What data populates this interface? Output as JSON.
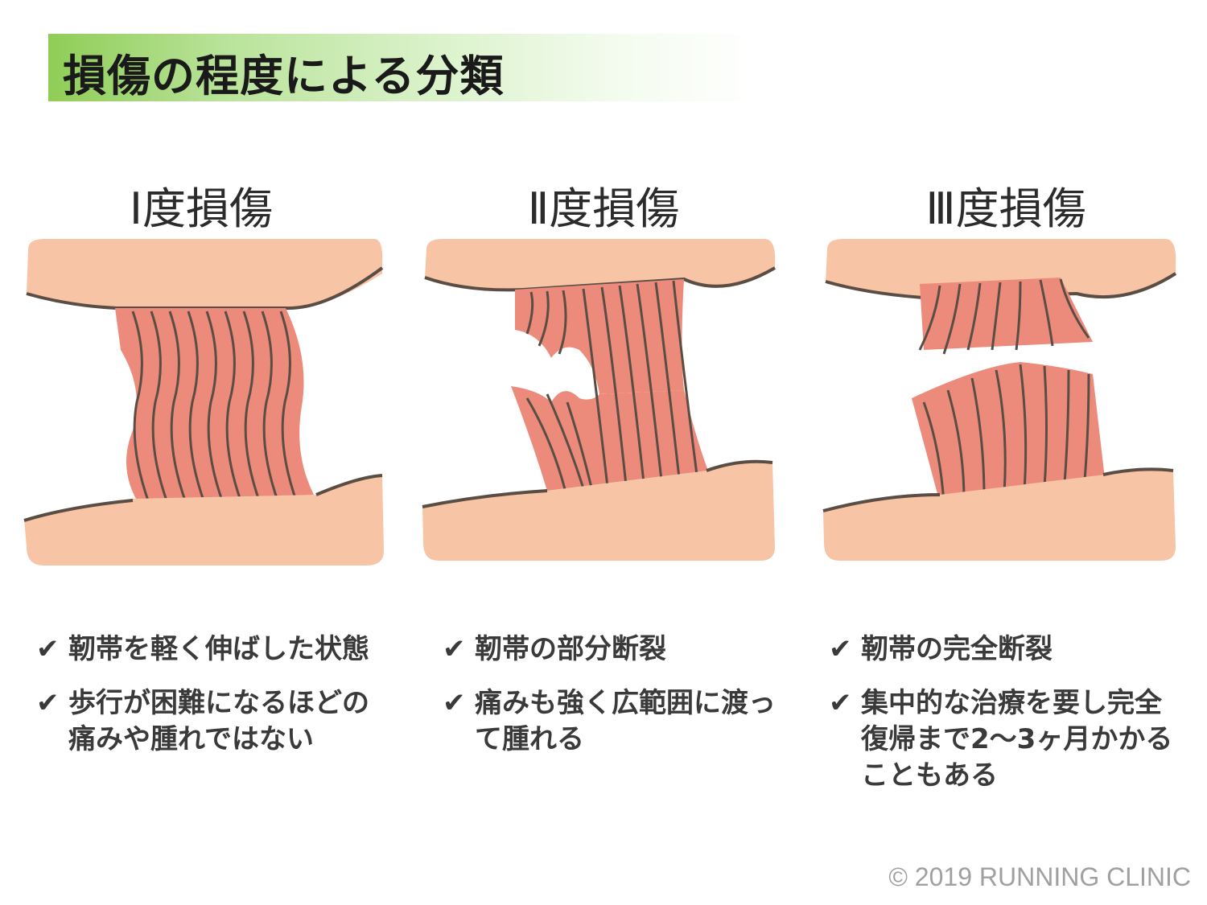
{
  "title": "損傷の程度による分類",
  "colors": {
    "bone": "#f8c4a6",
    "ligament": "#ec8b7b",
    "outline": "#5a4d44",
    "title_gradient_start": "#8fcd56",
    "text": "#3a3a3a"
  },
  "grades": [
    {
      "label": "Ⅰ度損傷",
      "bullets": [
        "靭帯を軽く伸ばした状態",
        "歩行が困難になるほどの\n痛みや腫れではない"
      ]
    },
    {
      "label": "Ⅱ度損傷",
      "bullets": [
        "靭帯の部分断裂",
        "痛みも強く広範囲に渡っ\nて腫れる"
      ]
    },
    {
      "label": "Ⅲ度損傷",
      "bullets": [
        "靭帯の完全断裂",
        "集中的な治療を要し完全\n復帰まで2～3ヶ月かかる\nこともある"
      ]
    }
  ],
  "check_symbol": "✔",
  "copyright": "© 2019 RUNNING CLINIC"
}
